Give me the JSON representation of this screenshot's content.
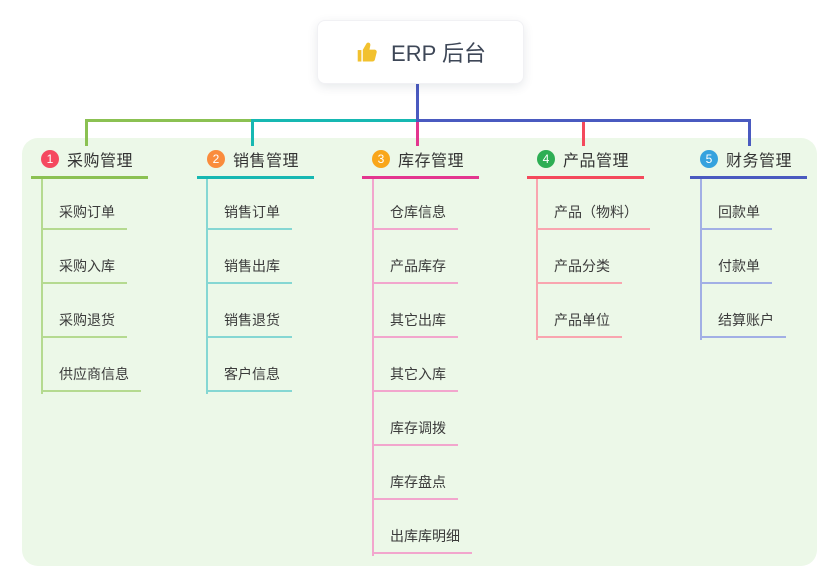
{
  "root": {
    "icon": "thumbs-up",
    "title": "ERP 后台"
  },
  "canvas": {
    "background": "#ffffff",
    "panel_background": "#ecf8e8"
  },
  "connector": {
    "root_color": "#4a5ac0"
  },
  "branches": [
    {
      "num": "1",
      "label": "采购管理",
      "badge_color": "#f5495f",
      "line_color": "#8bc152",
      "sub_line_color": "#b5da90",
      "items": [
        "采购订单",
        "采购入库",
        "采购退货",
        "供应商信息"
      ]
    },
    {
      "num": "2",
      "label": "销售管理",
      "badge_color": "#fa8c3c",
      "line_color": "#16b8b2",
      "sub_line_color": "#85d7d3",
      "items": [
        "销售订单",
        "销售出库",
        "销售退货",
        "客户信息"
      ]
    },
    {
      "num": "3",
      "label": "库存管理",
      "badge_color": "#f9a61a",
      "line_color": "#e3368f",
      "sub_line_color": "#f2a6cd",
      "items": [
        "仓库信息",
        "产品库存",
        "其它出库",
        "其它入库",
        "库存调拨",
        "库存盘点",
        "出库库明细"
      ]
    },
    {
      "num": "4",
      "label": "产品管理",
      "badge_color": "#2eae54",
      "line_color": "#f4495c",
      "sub_line_color": "#f9a5af",
      "items": [
        "产品（物料）",
        "产品分类",
        "产品单位"
      ]
    },
    {
      "num": "5",
      "label": "财务管理",
      "badge_color": "#35a2de",
      "line_color": "#4a5ac0",
      "sub_line_color": "#a2afe5",
      "items": [
        "回款单",
        "付款单",
        "结算账户"
      ]
    }
  ]
}
